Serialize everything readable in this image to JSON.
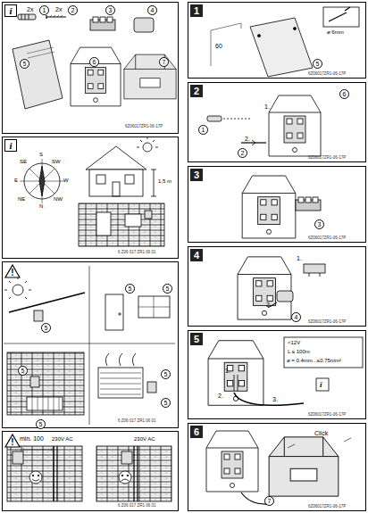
{
  "diagram": {
    "nodes": [
      {
        "text": [
          "i"
        ]
      },
      {
        "text": [
          "i"
        ]
      },
      {
        "text": [
          "!"
        ]
      },
      {
        "text": [
          "!"
        ]
      },
      {
        "text": [
          "1"
        ]
      },
      {
        "text": [
          "2"
        ]
      },
      {
        "text": [
          "3"
        ]
      },
      {
        "text": [
          "4"
        ]
      },
      {
        "text": [
          "5"
        ]
      },
      {
        "text": [
          "6"
        ]
      }
    ],
    "labels": [
      "2x",
      "1",
      "2x",
      "2",
      "3",
      "4",
      "5",
      "6",
      "7",
      "6Z06017ZR1-06-17P",
      "S",
      "SE",
      "SW",
      "E",
      "W",
      "NE",
      "N",
      "NW",
      "1,5 m",
      "6 Z06 017 ZR1 06 01",
      "5",
      "5",
      "5",
      "5",
      "5",
      "5",
      "5",
      "6 Z06 017 ZR1 06 01",
      "min. 100",
      "230V AC",
      "230V AC",
      "6 Z06 017 ZR1 06 01",
      "ø 6mm",
      "60",
      "5",
      "6Z06017ZR1-06-17P",
      "6",
      "1.",
      "2.",
      "1",
      "2",
      "6Z06017ZR1-06-17P",
      "3",
      "6Z06017ZR1-06-17P",
      "1.",
      "2.",
      "4",
      "6Z06017ZR1-06-17P",
      "<12V",
      "L ≤ 100m",
      "ø = 0.4mm...≤0.75mm²",
      "1.",
      "2.",
      "3.",
      "i",
      "6Z06017ZR1-06-17P",
      "Click",
      "7",
      "6Z06017ZR1-06-17P"
    ]
  }
}
